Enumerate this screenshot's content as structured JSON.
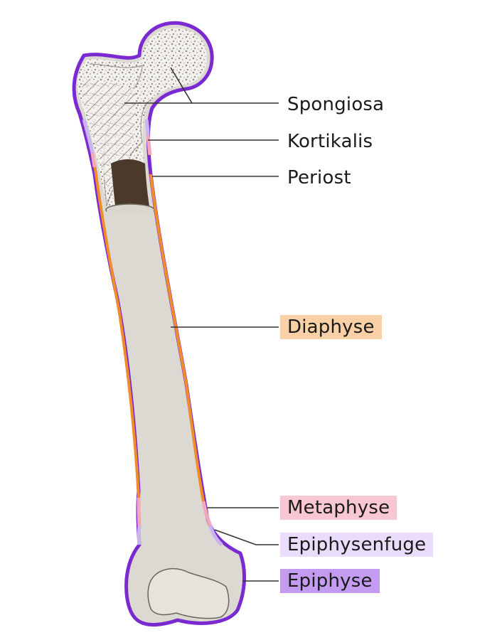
{
  "labels": {
    "spongiosa": "Spongiosa",
    "kortikalis": "Kortikalis",
    "periost": "Periost",
    "diaphyse": "Diaphyse",
    "metaphyse": "Metaphyse",
    "epiphysenfuge": "Epiphysenfuge",
    "epiphyse": "Epiphyse"
  },
  "colors": {
    "diaphyse": "#fad1a6",
    "metaphyse": "#f9c6d3",
    "epiphysenfuge": "#eaddfc",
    "epiphyse": "#c39cf2",
    "periost_line": "#f28c28",
    "epiphyse_outline": "#7a2ad0",
    "bone_fill": "#d9d5cf",
    "marrow": "#4b3a2c"
  }
}
